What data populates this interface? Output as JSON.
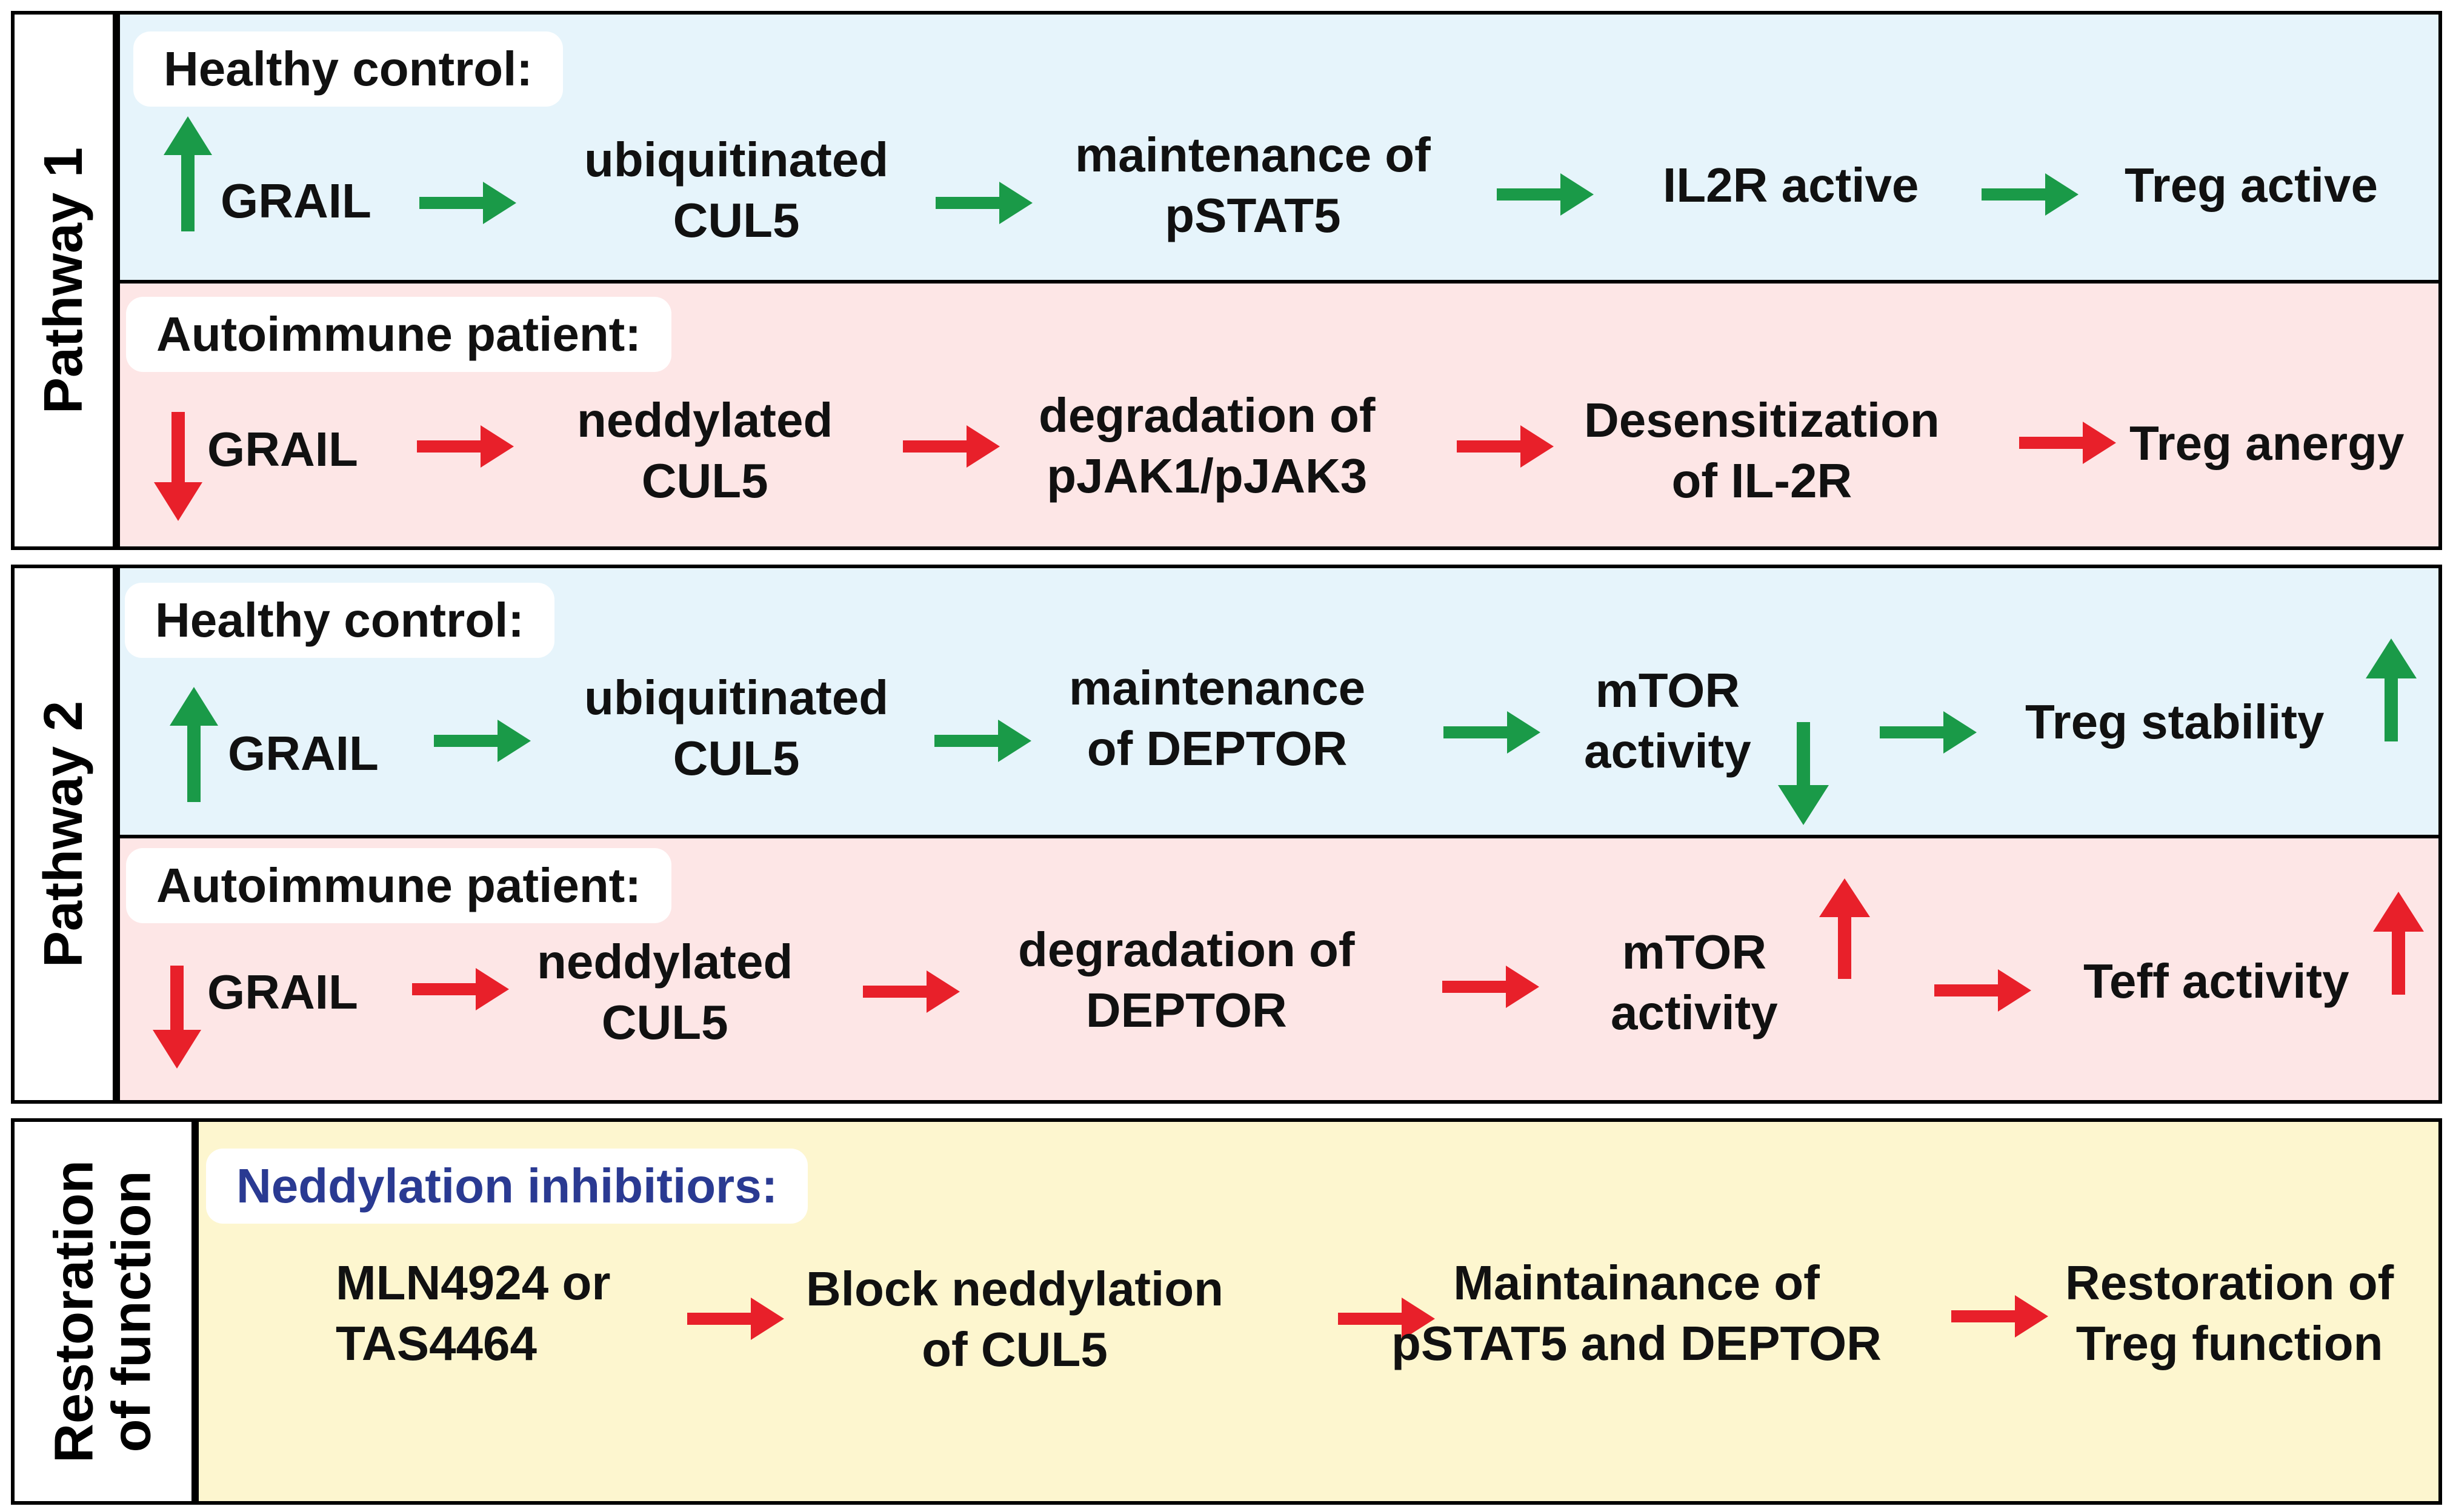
{
  "pathway1": {
    "label": "Pathway 1",
    "healthy": {
      "tag": "Healthy control:",
      "nodes": [
        {
          "l1": "GRAIL",
          "l2": ""
        },
        {
          "l1": "ubiquitinated",
          "l2": "CUL5"
        },
        {
          "l1": "maintenance of",
          "l2": "pSTAT5"
        },
        {
          "l1": "IL2R active",
          "l2": ""
        },
        {
          "l1": "Treg active",
          "l2": ""
        }
      ]
    },
    "patient": {
      "tag": "Autoimmune patient:",
      "nodes": [
        {
          "l1": "GRAIL",
          "l2": ""
        },
        {
          "l1": "neddylated",
          "l2": "CUL5"
        },
        {
          "l1": "degradation of",
          "l2": "pJAK1/pJAK3"
        },
        {
          "l1": "Desensitization",
          "l2": "of IL-2R"
        },
        {
          "l1": "Treg anergy",
          "l2": ""
        }
      ]
    }
  },
  "pathway2": {
    "label": "Pathway 2",
    "healthy": {
      "tag": "Healthy control:",
      "nodes": [
        {
          "l1": "GRAIL",
          "l2": ""
        },
        {
          "l1": "ubiquitinated",
          "l2": "CUL5"
        },
        {
          "l1": "maintenance",
          "l2": "of DEPTOR"
        },
        {
          "l1": "mTOR",
          "l2": "activity"
        },
        {
          "l1": "Treg stability",
          "l2": ""
        }
      ]
    },
    "patient": {
      "tag": "Autoimmune patient:",
      "nodes": [
        {
          "l1": "GRAIL",
          "l2": ""
        },
        {
          "l1": "neddylated",
          "l2": "CUL5"
        },
        {
          "l1": "degradation of",
          "l2": "DEPTOR"
        },
        {
          "l1": "mTOR",
          "l2": "activity"
        },
        {
          "l1": "Teff activity",
          "l2": ""
        }
      ]
    }
  },
  "restoration": {
    "label_l1": "Restoration",
    "label_l2": "of function",
    "tag": "Neddylation inhibitiors:",
    "nodes": [
      {
        "l1": "MLN4924 or",
        "l2": "TAS4464"
      },
      {
        "l1": "Block neddylation",
        "l2": "of CUL5"
      },
      {
        "l1": "Maintainance of",
        "l2": "pSTAT5 and DEPTOR"
      },
      {
        "l1": "Restoration of",
        "l2": "Treg function"
      }
    ]
  },
  "colors": {
    "green_arrow": "#1a9a48",
    "red_arrow": "#e8202a",
    "healthy_band": "#e6f4fb",
    "patient_band": "#fde6e6",
    "restoration_band": "#fdf6cf",
    "inhibitor_text": "#2a3a92"
  }
}
